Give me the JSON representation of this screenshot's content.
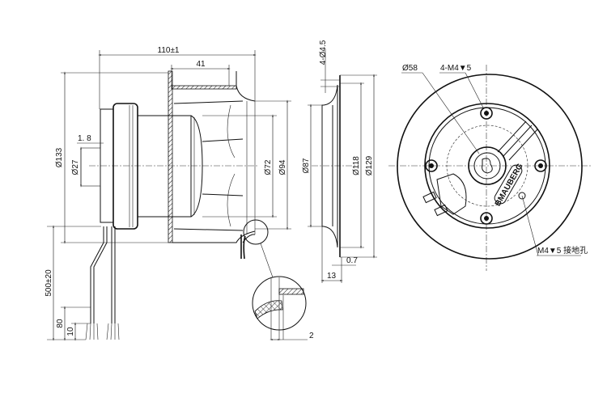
{
  "drawing": {
    "side_view": {
      "overall_length": "110±1",
      "impeller_depth": "41",
      "outer_diameter": "Ø133",
      "shaft_diameter": "Ø27",
      "shaft_offset": "1. 8",
      "inner_diameter_72": "Ø72",
      "inner_diameter_94": "Ø94",
      "cable_length": "500±20",
      "strip_length_80": "80",
      "strip_length_10": "10",
      "detail_gap": "2"
    },
    "inlet_ring_view": {
      "holes": "4-Ø4.5",
      "inner_diameter": "Ø87",
      "bolt_circle": "Ø118",
      "outer_diameter": "Ø129",
      "thickness": "0.7",
      "depth": "13"
    },
    "front_view": {
      "hub_diameter": "Ø58",
      "mount_holes": "4-M4▼5",
      "ground_hole": "M4▼5  接地孔",
      "nameplate": "BMAUBERG"
    }
  }
}
